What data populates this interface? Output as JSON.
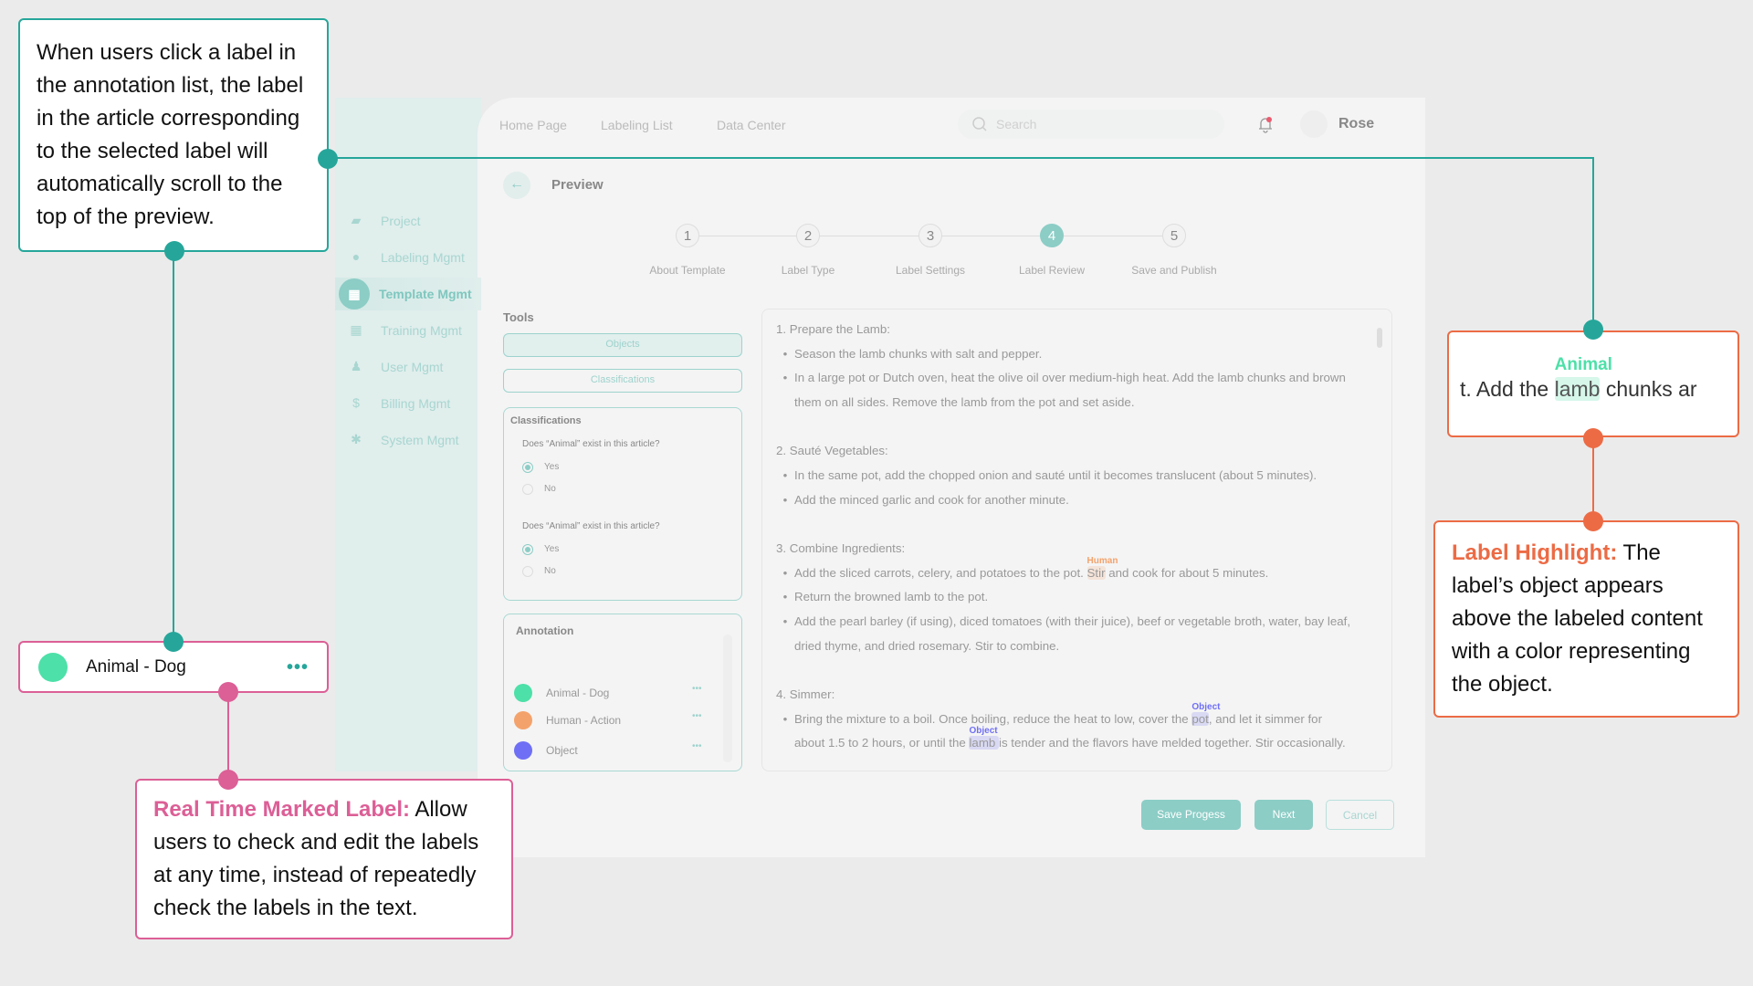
{
  "nav": {
    "items": [
      "Home Page",
      "Labeling List",
      "Data Center"
    ],
    "search_placeholder": "Search",
    "user": "Rose"
  },
  "sidebar": {
    "items": [
      {
        "label": "Project",
        "icon": "folder-icon"
      },
      {
        "label": "Labeling Mgmt",
        "icon": "tag-icon"
      },
      {
        "label": "Template Mgmt",
        "icon": "grid-icon",
        "active": true
      },
      {
        "label": "Training Mgmt",
        "icon": "calendar-icon"
      },
      {
        "label": "User Mgmt",
        "icon": "user-icon"
      },
      {
        "label": "Billing Mgmt",
        "icon": "dollar-icon"
      },
      {
        "label": "System Mgmt",
        "icon": "gear-icon"
      }
    ]
  },
  "page": {
    "title": "Preview"
  },
  "steps": [
    {
      "num": "1",
      "label": "About Template"
    },
    {
      "num": "2",
      "label": "Label Type"
    },
    {
      "num": "3",
      "label": "Label Settings"
    },
    {
      "num": "4",
      "label": "Label Review",
      "active": true
    },
    {
      "num": "5",
      "label": "Save and Publish"
    }
  ],
  "tools": {
    "title": "Tools",
    "objects": "Objects",
    "classifications": "Classifications"
  },
  "classifications": {
    "title": "Classifications",
    "questions": [
      {
        "q": "Does “Animal” exist in this article?",
        "yes": "Yes",
        "no": "No",
        "selected": "Yes"
      },
      {
        "q": "Does “Animal” exist in this article?",
        "yes": "Yes",
        "no": "No",
        "selected": "Yes"
      }
    ]
  },
  "annotation": {
    "title": "Annotation",
    "items": [
      {
        "label": "Animal - Dog",
        "color": "#4de0a8"
      },
      {
        "label": "Human - Action",
        "color": "#f4a26b"
      },
      {
        "label": "Object",
        "color": "#6f6ff5"
      }
    ]
  },
  "article": {
    "lines": [
      {
        "t": "1. Prepare the Lamb:"
      },
      {
        "b": true,
        "t": "Season the lamb chunks with salt and pepper."
      },
      {
        "b": true,
        "t": "In a large pot or Dutch oven, heat the olive oil over medium-high heat. Add the lamb chunks and brown"
      },
      {
        "t": "them on all sides. Remove the lamb from the pot and set aside.",
        "indent": true
      },
      {
        "gap": true
      },
      {
        "t": "2. Sauté Vegetables:"
      },
      {
        "b": true,
        "t": "In the same pot, add the chopped onion and sauté until it becomes translucent (about 5 minutes)."
      },
      {
        "b": true,
        "t": "Add the minced garlic and cook for another minute."
      },
      {
        "gap": true
      },
      {
        "t": "3. Combine Ingredients:"
      },
      {
        "b": true,
        "pre": "Add the sliced carrots, celery, and potatoes to the pot. ",
        "hl": "Stir",
        "tag": "Human",
        "color": "#f4a26b",
        "post": " and cook for about 5 minutes."
      },
      {
        "b": true,
        "t": "Return the browned lamb to the pot."
      },
      {
        "b": true,
        "t": "Add the pearl barley (if using), diced tomatoes (with their juice), beef or vegetable broth, water, bay leaf,"
      },
      {
        "t": "dried thyme, and dried rosemary. Stir to combine.",
        "indent": true
      },
      {
        "gap": true
      },
      {
        "t": "4. Simmer:"
      },
      {
        "b": true,
        "pre": "Bring the mixture to a boil. Once boiling, reduce the heat to low, cover the ",
        "hl": "pot",
        "tag": "Object",
        "color": "#6f6ff5",
        "post": ", and let it simmer for"
      },
      {
        "indent": true,
        "pre": "about 1.5 to 2 hours, or until the ",
        "hl": "lamb ",
        "tag": "Object",
        "color": "#6f6ff5",
        "post": "is tender and the flavors have melded together. Stir occasionally."
      }
    ]
  },
  "buttons": {
    "save": "Save Progess",
    "next": "Next",
    "cancel": "Cancel"
  },
  "zoom_box": {
    "pre": "t. Add the ",
    "hl": "lamb",
    "tag": "Animal",
    "post": " chunks ar",
    "color": "#4de0a8"
  },
  "callouts": {
    "scroll": "When users click a label in the annotation list, the label in the article corresponding to the selected label will automatically scroll to the top of the preview.",
    "realtime_title": "Real Time Marked Label:",
    "realtime_body": " Allow users to check and edit the labels at any time, instead of repeatedly check the labels in the text.",
    "highlight_title": "Label Highlight:",
    "highlight_body": " The label’s object appears above the labeled content with a color representing the object."
  },
  "colors": {
    "teal": "#26a69a",
    "pink": "#dc5f96",
    "orange": "#ec6b45",
    "accent": "#8ccdc6"
  }
}
